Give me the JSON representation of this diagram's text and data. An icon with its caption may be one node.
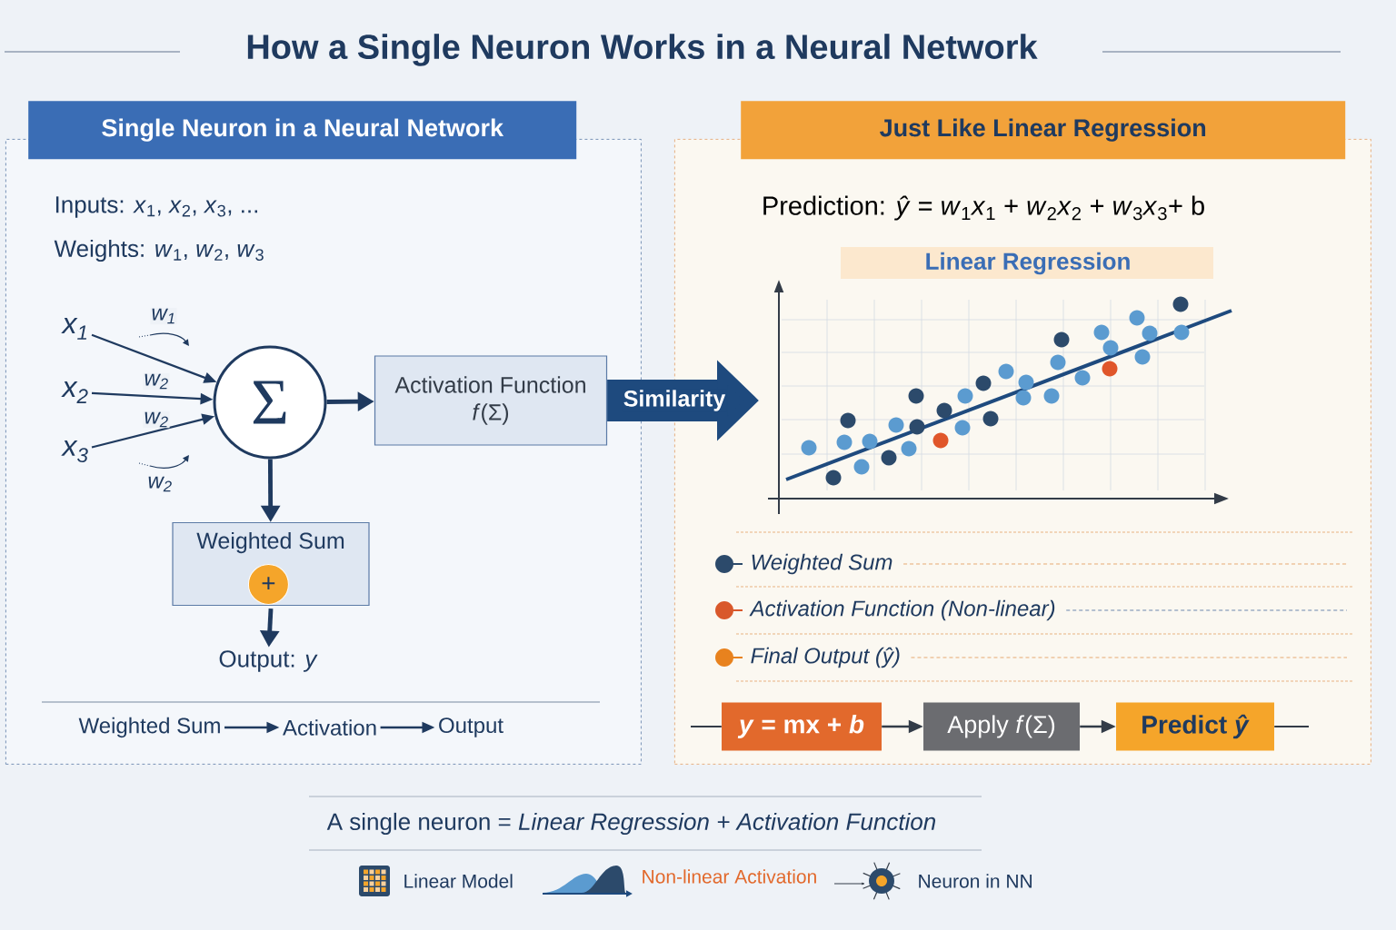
{
  "diagram": {
    "title": "How a Single Neuron Works in a Neural Network",
    "nodes": [
      {
        "text": [
          "Single Neuron in a Neural Network"
        ]
      },
      {
        "text": [
          "Just Like Linear Regression"
        ]
      },
      {
        "text": [
          "x$_{1}$"
        ],
        "in": 0
      },
      {
        "text": [
          "x$_{2}$"
        ],
        "in": 0
      },
      {
        "text": [
          "x$_{3}$"
        ],
        "in": 0
      },
      {
        "text": [
          "Σ"
        ],
        "in": 0
      },
      {
        "text": [
          "Activation Function",
          "*f*(Σ)"
        ],
        "in": 0
      },
      {
        "text": [
          "Weighted Sum"
        ],
        "in": 0
      },
      {
        "text": [
          "+"
        ],
        "in": 7
      },
      {
        "text": [
          "Output: *y*"
        ],
        "in": 0
      },
      {
        "text": [
          "*y* = mx + *b*"
        ],
        "in": 1
      },
      {
        "text": [
          "Apply *f*(Σ)"
        ],
        "in": 1
      },
      {
        "text": [
          "Predict *ŷ*"
        ],
        "in": 1
      },
      {
        "text": [
          "Weighted Sum"
        ],
        "in": 0
      },
      {
        "text": [
          "Activation"
        ],
        "in": 0
      },
      {
        "text": [
          "Output"
        ],
        "in": 0
      }
    ],
    "edges": [
      {
        "from": 2,
        "to": 5,
        "arrow": "to",
        "label": "w$_{1}$"
      },
      {
        "from": 3,
        "to": 5,
        "arrow": "to",
        "label": "w$_{2}$"
      },
      {
        "from": 4,
        "to": 5,
        "arrow": "to",
        "label": "w$_{2}$"
      },
      {
        "from": 5,
        "to": 6,
        "arrow": "to",
        "style": "thick"
      },
      {
        "from": 5,
        "to": 7,
        "arrow": "to",
        "style": "thick"
      },
      {
        "from": 7,
        "to": 9,
        "arrow": "to",
        "style": "thick"
      },
      {
        "from": 6,
        "to": 1,
        "arrow": "to",
        "style": "thick",
        "label": "Similarity"
      },
      {
        "from": 13,
        "to": 14,
        "arrow": "to"
      },
      {
        "from": 14,
        "to": 15,
        "arrow": "to"
      },
      {
        "from": 10,
        "to": 11,
        "arrow": "to"
      },
      {
        "from": 11,
        "to": 12,
        "arrow": "to"
      },
      {
        "from": null,
        "to": 10,
        "arrow": "none"
      },
      {
        "from": 12,
        "to": null,
        "arrow": "none"
      }
    ],
    "labels": [
      "Inputs: *x*$_{1}$, *x*$_{2}$, *x*$_{3}$, ...",
      "Weights: *w*$_{1}$, *w*$_{2}$, *w*$_{3}$",
      "w$_{2}$",
      "Prediction: *ŷ* = *w*$_{1}$*x*$_{1}$ + *w*$_{2}$*x*$_{2}$ + *w*$_{3}$*x*$_{3}$+ b",
      "Linear Regression",
      "A single neuron = *Linear Regression + Activation Function*"
    ],
    "legend": [
      {
        "text": "Weighted Sum",
        "color": "#2c4a6b"
      },
      {
        "text": "Activation Function (Non-linear)",
        "color": "#d9582b"
      },
      {
        "text": "Final Output (ŷ)",
        "color": "#e8821e"
      },
      {
        "text": "Linear Model"
      },
      {
        "text": "Non-linear Activation"
      },
      {
        "text": "Neuron in NN"
      }
    ]
  }
}
